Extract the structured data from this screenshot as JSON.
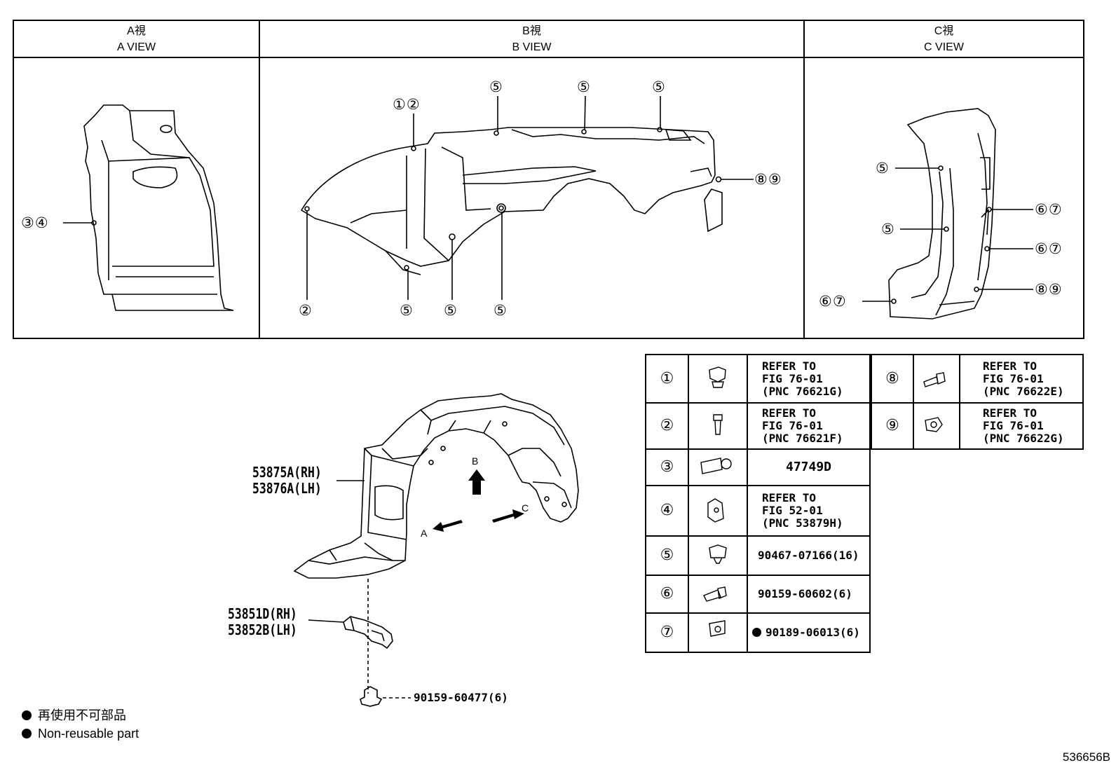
{
  "views": {
    "a": {
      "title_jp": "A視",
      "title_en": "A VIEW"
    },
    "b": {
      "title_jp": "B視",
      "title_en": "B VIEW"
    },
    "c": {
      "title_jp": "C視",
      "title_en": "C VIEW"
    }
  },
  "callouts": {
    "a_34": "③④",
    "b_12": "①②",
    "b_5a": "⑤",
    "b_5b": "⑤",
    "b_5c": "⑤",
    "b_89": "⑧⑨",
    "b_2": "②",
    "b_5d": "⑤",
    "b_5e": "⑤",
    "b_5f": "⑤",
    "c_5a": "⑤",
    "c_5b": "⑤",
    "c_67a": "⑥⑦",
    "c_67b": "⑥⑦",
    "c_67c": "⑥⑦",
    "c_89": "⑧⑨"
  },
  "main": {
    "liner_rh": "53875A(RH)",
    "liner_lh": "53876A(LH)",
    "bracket_rh": "53851D(RH)",
    "bracket_lh": "53852B(LH)",
    "bolt": "90159-60477(6)",
    "arrow_a": "A",
    "arrow_b": "B",
    "arrow_c": "C"
  },
  "table_left": [
    {
      "num": "①",
      "icon": "clip-icon",
      "lines": [
        "REFER TO",
        "FIG 76-01",
        "(PNC 76621G)"
      ]
    },
    {
      "num": "②",
      "icon": "screw-icon",
      "lines": [
        "REFER TO",
        "FIG 76-01",
        "(PNC 76621F)"
      ]
    },
    {
      "num": "③",
      "icon": "screw-grommet-icon",
      "lines": [
        "47749D"
      ]
    },
    {
      "num": "④",
      "icon": "nut-clip-icon",
      "lines": [
        "REFER TO",
        "FIG 52-01",
        "(PNC 53879H)"
      ]
    },
    {
      "num": "⑤",
      "icon": "push-clip-icon",
      "lines": [
        "90467-07166(16)"
      ]
    },
    {
      "num": "⑥",
      "icon": "bolt-icon",
      "lines": [
        "90159-60602(6)"
      ]
    },
    {
      "num": "⑦",
      "icon": "grommet-icon",
      "lines": [
        "90189-06013(6)"
      ],
      "non_reusable": true
    }
  ],
  "table_right": [
    {
      "num": "⑧",
      "icon": "tapping-screw-icon",
      "lines": [
        "REFER TO",
        "FIG 76-01",
        "(PNC 76622E)"
      ]
    },
    {
      "num": "⑨",
      "icon": "nut-icon",
      "lines": [
        "REFER TO",
        "FIG 76-01",
        "(PNC 76622G)"
      ]
    }
  ],
  "legend": {
    "jp": "再使用不可部品",
    "en": "Non-reusable part"
  },
  "diagram_code": "536656B"
}
